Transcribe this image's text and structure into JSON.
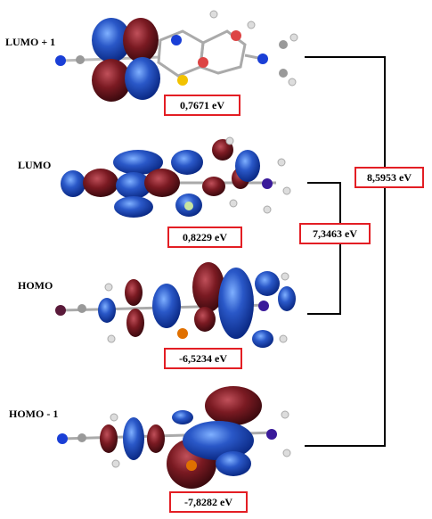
{
  "levels": [
    {
      "label": "LUMO + 1",
      "energy": "0,7671 eV"
    },
    {
      "label": "LUMO",
      "energy": "0,8229 eV"
    },
    {
      "label": "HOMO",
      "energy": "-6,5234 eV"
    },
    {
      "label": "HOMO - 1",
      "energy": "-7,8282 eV"
    }
  ],
  "gaps": [
    {
      "value": "7,3463 eV",
      "between": [
        "LUMO",
        "HOMO"
      ]
    },
    {
      "value": "8,5953 eV",
      "between": [
        "LUMO + 1",
        "HOMO - 1"
      ]
    }
  ],
  "colors": {
    "orbital_positive": "#2a58c8",
    "orbital_negative": "#7a1a22",
    "box_border": "#e31e24",
    "connector": "#000000"
  }
}
